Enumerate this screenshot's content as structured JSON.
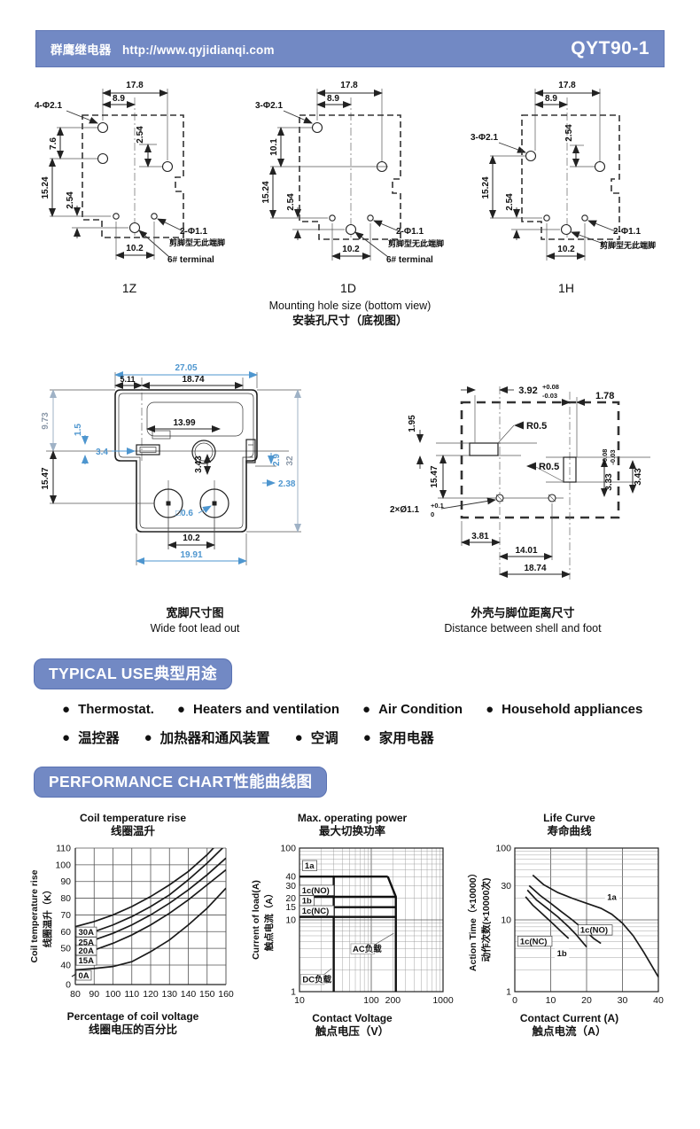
{
  "header": {
    "brand_zh": "群鹰继电器",
    "url": "http://www.qyjidianqi.com",
    "model": "QYT90-1",
    "bar_color": "#7289c4"
  },
  "mounting": {
    "caption_en": "Mounting hole size (bottom view)",
    "caption_zh": "安装孔尺寸（底视图）",
    "diagrams": [
      {
        "label": "1Z",
        "hole_spec": "4-Φ2.1",
        "dim_top": "17.8",
        "dim_top2": "8.9",
        "dim_left1": "7.6",
        "dim_left2": "15.24",
        "dim_left3": "2.54",
        "dim_right": "2.54",
        "dim_bottom": "10.2",
        "pin_spec": "2-Φ1.1",
        "pin_note_zh": "剪脚型无此端脚",
        "pin_note_en": "6# terminal"
      },
      {
        "label": "1D",
        "hole_spec": "3-Φ2.1",
        "dim_top": "17.8",
        "dim_top2": "8.9",
        "dim_left1": "10.1",
        "dim_left2": "15.24",
        "dim_left3": "2.54",
        "dim_bottom": "10.2",
        "pin_spec": "2-Φ1.1",
        "pin_note_zh": "剪脚型无此端脚",
        "pin_note_en": "6# terminal"
      },
      {
        "label": "1H",
        "hole_spec": "3-Φ2.1",
        "dim_top": "17.8",
        "dim_top2": "8.9",
        "dim_left2": "15.24",
        "dim_left3": "2.54",
        "dim_right": "2.54",
        "dim_bottom": "10.2",
        "pin_spec": "2-Φ1.1",
        "pin_note_zh": "剪脚型无此端脚"
      }
    ]
  },
  "drawings": {
    "wide_foot": {
      "caption_zh": "宽脚尺寸图",
      "caption_en": "Wide foot lead out",
      "dims": {
        "w_total": "27.05",
        "w_left": "5.11",
        "w_pins": "18.74",
        "w_inner": "13.99",
        "h_top": "9.73",
        "h_small": "1.5",
        "h_mid": "15.47",
        "off_a": "3.4",
        "off_b": "3.43",
        "off_c": "2.9",
        "off_d": "2.38",
        "sq": "□0.6",
        "pitch": "10.2",
        "w_bottom": "19.91",
        "h_total": "32"
      }
    },
    "shell_foot": {
      "caption_zh": "外壳与脚位距离尺寸",
      "caption_en": "Distance between shell and foot",
      "dims": {
        "d1": "3.92",
        "d1_tol_p": "+0.08",
        "d1_tol_m": "-0.03",
        "d2": "1.78",
        "d3": "1.95",
        "r1": "R0.5",
        "r2": "R0.5",
        "d4": "15.47",
        "pin": "2×Ø1.1",
        "pin_tol_p": "+0.1",
        "pin_tol_m": "0",
        "d5": "3.81",
        "d6": "14.01",
        "d7": "18.74",
        "d8": "3.33",
        "d8_tol_p": "+0.08",
        "d8_tol_m": "-0.03",
        "d9": "3.43"
      }
    }
  },
  "typical_use": {
    "title": "TYPICAL USE典型用途",
    "bullet": "●",
    "items_en": [
      "Thermostat.",
      "Heaters and ventilation",
      "Air Condition",
      "Household appliances"
    ],
    "items_zh": [
      "温控器",
      "加热器和通风装置",
      "空调",
      "家用电器"
    ]
  },
  "performance": {
    "title": "PERFORMANCE CHART性能曲线图"
  },
  "chart_data": [
    {
      "id": "coil-temperature-rise",
      "type": "line",
      "title_en": "Coil temperature rise",
      "title_zh": "线圈温升",
      "xlabel_en": "Percentage of coil voltage",
      "xlabel_zh": "线圈电压的百分比",
      "ylabel_en": "Coil temperature rise",
      "ylabel_zh": "线圈温升（K）",
      "x": [
        80,
        90,
        100,
        110,
        120,
        130,
        140,
        150,
        160
      ],
      "x_ticks": [
        80,
        90,
        100,
        110,
        120,
        130,
        140,
        150,
        160
      ],
      "y_ticks": [
        0,
        40,
        50,
        60,
        70,
        80,
        90,
        100,
        110
      ],
      "ylim": [
        0,
        110
      ],
      "y_break": true,
      "grid": true,
      "series": [
        {
          "name": "30A",
          "values": [
            63,
            66,
            70,
            75,
            81,
            88,
            96,
            106,
            118
          ]
        },
        {
          "name": "25A",
          "values": [
            57,
            60,
            64,
            69,
            75,
            82,
            91,
            101,
            112
          ]
        },
        {
          "name": "20A",
          "values": [
            52,
            55,
            59,
            64,
            70,
            77,
            85,
            94,
            104
          ]
        },
        {
          "name": "15A",
          "values": [
            46,
            49,
            53,
            58,
            64,
            71,
            79,
            88,
            97
          ]
        },
        {
          "name": "0A",
          "values": [
            30,
            33,
            37,
            42,
            48,
            55,
            64,
            74,
            86
          ]
        }
      ]
    },
    {
      "id": "max-operating-power",
      "type": "line-loglog",
      "title_en": "Max. operating  power",
      "title_zh": "最大切换功率",
      "xlabel_en": "Contact  Voltage",
      "xlabel_zh": "触点电压（V）",
      "ylabel_en": "Current of load(A)",
      "ylabel_zh": "触点电流（A）",
      "xlim": [
        10,
        1000
      ],
      "ylim": [
        1,
        100
      ],
      "x_ticks": [
        10,
        100,
        200,
        1000
      ],
      "y_ticks": [
        1,
        10,
        15,
        20,
        30,
        40,
        100
      ],
      "contact_lines": [
        {
          "name": "1a",
          "y": 40,
          "x_end": 170
        },
        {
          "name": "1c(NO)",
          "y": 21,
          "x_end": 220
        },
        {
          "name": "1b",
          "y": 15,
          "x_end": 220
        },
        {
          "name": "1c(NC)",
          "y": 11,
          "x_end": 220
        }
      ],
      "line_labels": [
        {
          "text": "1a",
          "x": 11.5,
          "y": 52
        },
        {
          "text": "1c(NO)",
          "x": 10.5,
          "y": 23.5
        },
        {
          "text": "1b",
          "x": 10.5,
          "y": 16.8
        },
        {
          "text": "1c(NC)",
          "x": 10.5,
          "y": 12.2
        }
      ],
      "boundaries": [
        {
          "name": "dc-load-limit",
          "points": [
            [
              30,
              1
            ],
            [
              30,
              40
            ]
          ]
        },
        {
          "name": "ac-load-limit",
          "points": [
            [
              170,
              40
            ],
            [
              220,
              21
            ],
            [
              220,
              1
            ]
          ]
        }
      ],
      "annotations": [
        {
          "text": "DC负载",
          "tx": 11,
          "ty": 1.35,
          "ex": 28,
          "ey": 2.1
        },
        {
          "text": "AC负载",
          "tx": 55,
          "ty": 3.6,
          "ex": 205,
          "ey": 6.5
        }
      ]
    },
    {
      "id": "life-curve",
      "type": "line-semilogy",
      "title_en": "Life Curve",
      "title_zh": "寿命曲线",
      "xlabel_en": "Contact Current (A)",
      "xlabel_zh": "触点电流（A）",
      "ylabel_en": "Action Time（×10000）",
      "ylabel_zh": "动作次数(×10000次)",
      "xlim": [
        0,
        40
      ],
      "ylim": [
        1,
        100
      ],
      "x_ticks": [
        0,
        10,
        20,
        30,
        40
      ],
      "y_ticks": [
        1,
        10,
        30,
        100
      ],
      "series": [
        {
          "name": "1a",
          "points": [
            [
              5,
              42
            ],
            [
              8,
              31
            ],
            [
              12,
              24
            ],
            [
              16,
              20
            ],
            [
              20,
              17
            ],
            [
              24,
              14.5
            ],
            [
              27,
              12
            ],
            [
              30,
              9
            ],
            [
              33,
              6
            ],
            [
              36,
              3.5
            ],
            [
              40,
              1.6
            ]
          ]
        },
        {
          "name": "1c(NO)",
          "points": [
            [
              4,
              30
            ],
            [
              7,
              22
            ],
            [
              10,
              17
            ],
            [
              13,
              13
            ],
            [
              16,
              10
            ],
            [
              19,
              7.5
            ],
            [
              22,
              5.5
            ],
            [
              24,
              4.7
            ]
          ]
        },
        {
          "name": "1b",
          "points": [
            [
              3.5,
              26
            ],
            [
              6,
              19
            ],
            [
              9,
              14.5
            ],
            [
              12,
              11
            ],
            [
              15,
              8
            ],
            [
              17,
              6.3
            ],
            [
              19,
              4.8
            ],
            [
              20,
              4.2
            ]
          ]
        },
        {
          "name": "1c(NC)",
          "points": [
            [
              3,
              21
            ],
            [
              5,
              16
            ],
            [
              7,
              13
            ],
            [
              9,
              10.5
            ],
            [
              11,
              8.5
            ],
            [
              13,
              6.8
            ],
            [
              15,
              5.5
            ]
          ]
        }
      ],
      "line_labels": [
        {
          "text": "1c(NC)",
          "x": 1.2,
          "y": 4.6,
          "boxed": true
        },
        {
          "text": "1b",
          "x": 11.5,
          "y": 3.1,
          "boxed": false
        },
        {
          "text": "1c(NO)",
          "x": 18,
          "y": 6.6,
          "boxed": true
        },
        {
          "text": "1a",
          "x": 25.5,
          "y": 19,
          "boxed": false
        }
      ]
    }
  ],
  "colors": {
    "accent_blue": "#7289c4",
    "dim_blue": "#4e96cf",
    "line_dark": "#1a1a1a"
  }
}
